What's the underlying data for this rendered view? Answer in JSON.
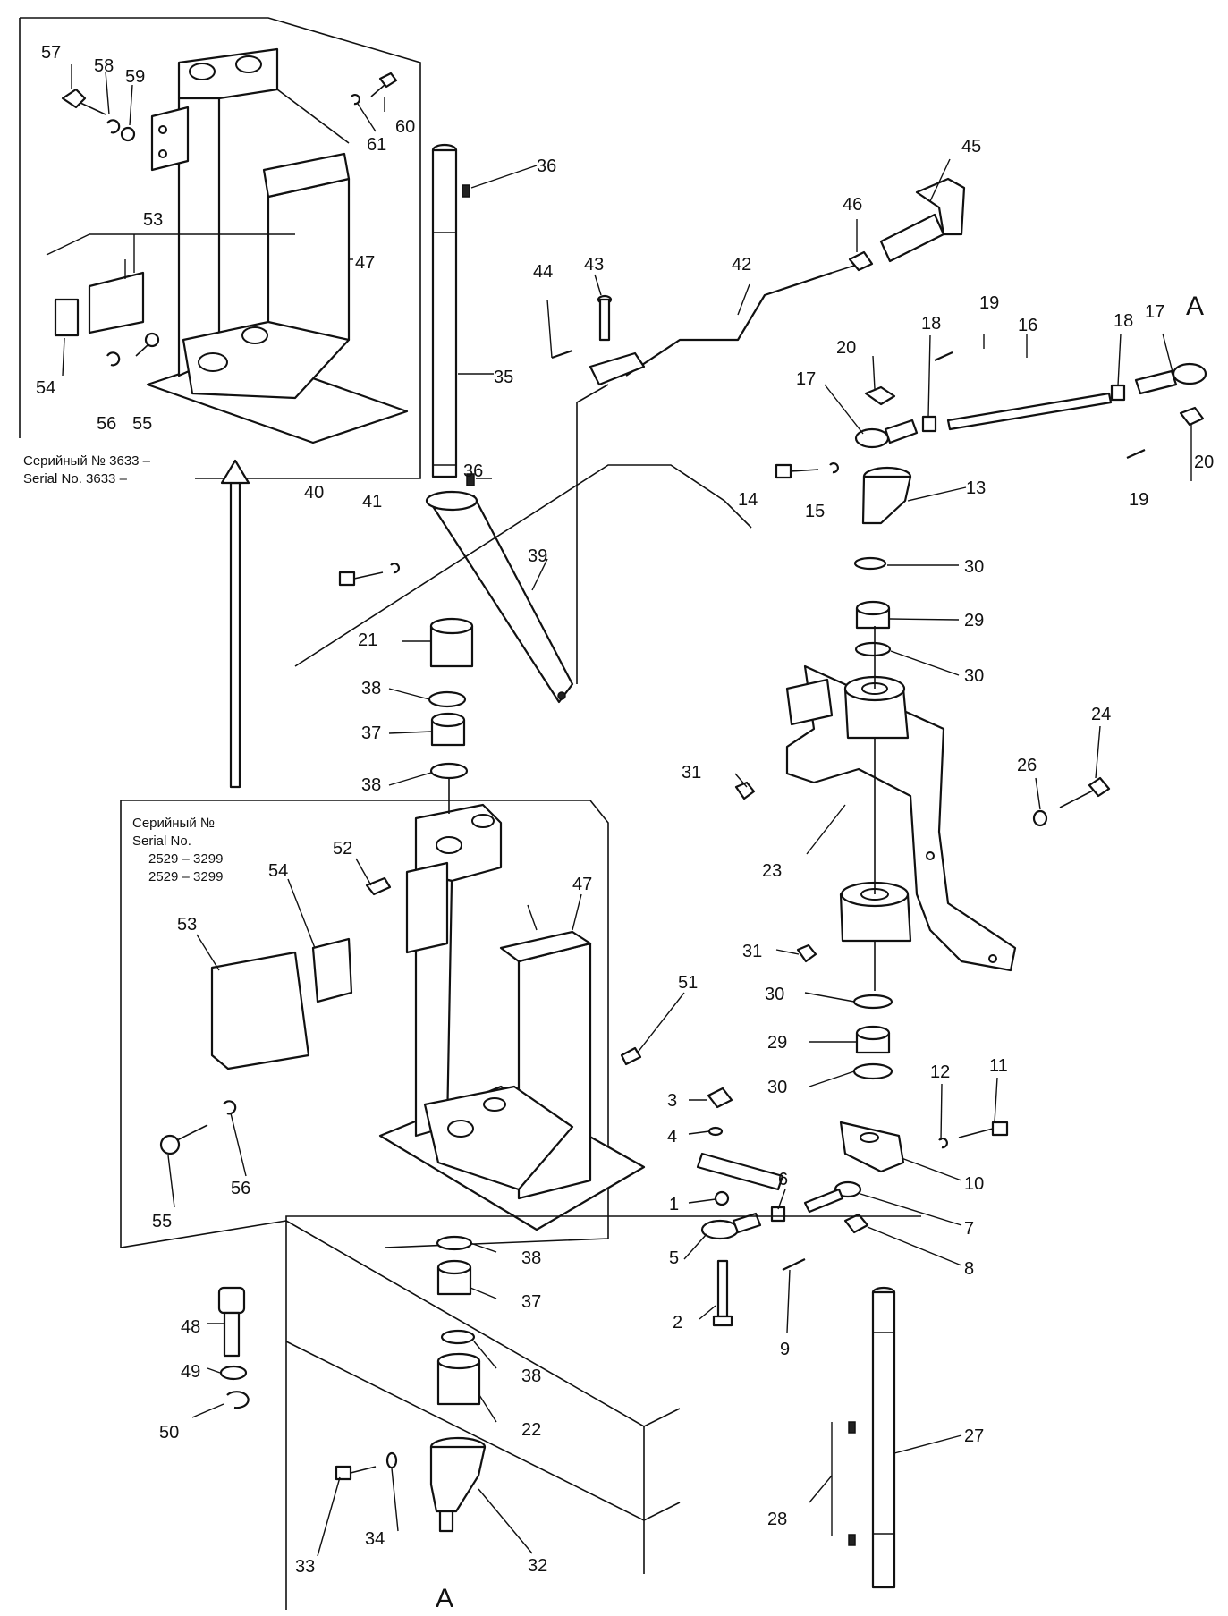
{
  "diagram": {
    "reference_label": "A",
    "notes": {
      "upper_inset": [
        "Серийный № 3633 –",
        "Serial No. 3633 –"
      ],
      "lower_inset": [
        "Серийный №",
        "Serial No.",
        "2529 – 3299",
        "2529 – 3299"
      ]
    },
    "callouts": {
      "c1": "1",
      "c2": "2",
      "c3": "3",
      "c4": "4",
      "c5": "5",
      "c6": "6",
      "c7": "7",
      "c8": "8",
      "c9": "9",
      "c10": "10",
      "c11": "11",
      "c12": "12",
      "c13": "13",
      "c14": "14",
      "c15": "15",
      "c16": "16",
      "c17": "17",
      "c18": "18",
      "c19": "19",
      "c20": "20",
      "c21": "21",
      "c22": "22",
      "c23": "23",
      "c24": "24",
      "c26": "26",
      "c27": "27",
      "c28": "28",
      "c29": "29",
      "c30": "30",
      "c31": "31",
      "c32": "32",
      "c33": "33",
      "c34": "34",
      "c35": "35",
      "c36": "36",
      "c37": "37",
      "c38": "38",
      "c39": "39",
      "c40": "40",
      "c41": "41",
      "c42": "42",
      "c43": "43",
      "c44": "44",
      "c45": "45",
      "c46": "46",
      "c47": "47",
      "c48": "48",
      "c49": "49",
      "c50": "50",
      "c51": "51",
      "c52": "52",
      "c53": "53",
      "c54": "54",
      "c55": "55",
      "c56": "56",
      "c57": "57",
      "c58": "58",
      "c59": "59",
      "c60": "60",
      "c61": "61"
    }
  }
}
